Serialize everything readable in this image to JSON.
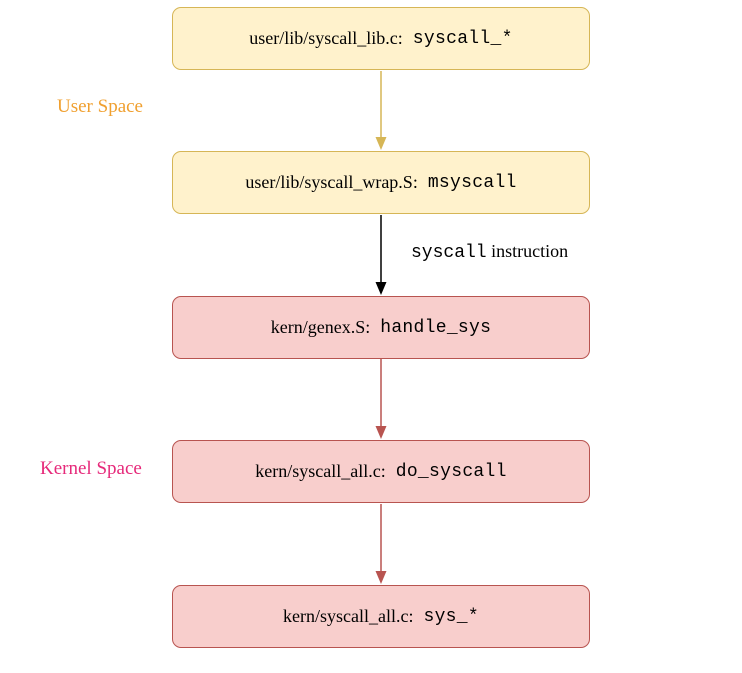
{
  "boxes": [
    {
      "file": "user/lib/syscall_lib.c:",
      "symbol": "syscall_*",
      "space": "user"
    },
    {
      "file": "user/lib/syscall_wrap.S:",
      "symbol": "msyscall",
      "space": "user"
    },
    {
      "file": "kern/genex.S:",
      "symbol": "handle_sys",
      "space": "kernel"
    },
    {
      "file": "kern/syscall_all.c:",
      "symbol": "do_syscall",
      "space": "kernel"
    },
    {
      "file": "kern/syscall_all.c:",
      "symbol": "sys_*",
      "space": "kernel"
    }
  ],
  "labels": {
    "user_space": "User Space",
    "kernel_space": "Kernel Space"
  },
  "edge_label": {
    "code": "syscall",
    "text": "instruction"
  },
  "colors": {
    "user_fill": "#fff2cc",
    "user_stroke": "#d6b656",
    "kernel_fill": "#f8cecc",
    "kernel_stroke": "#b85450",
    "user_label": "#f0a030",
    "kernel_label": "#e6297a",
    "transition_arrow": "#000000"
  }
}
